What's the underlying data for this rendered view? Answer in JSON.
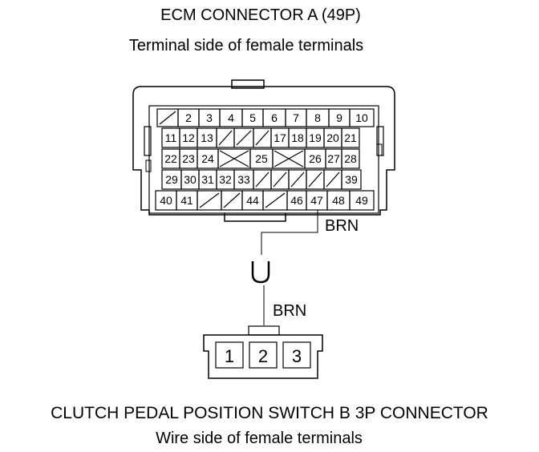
{
  "header": {
    "title": "ECM CONNECTOR A (49P)",
    "subtitle": "Terminal side of female terminals"
  },
  "footer": {
    "title": "CLUTCH PEDAL POSITION SWITCH B 3P CONNECTOR",
    "subtitle": "Wire side of female terminals"
  },
  "ecm_connector": {
    "row1": [
      "",
      "2",
      "3",
      "4",
      "5",
      "6",
      "7",
      "8",
      "9",
      "10"
    ],
    "row2": [
      "11",
      "12",
      "13",
      "",
      "",
      "",
      "17",
      "18",
      "19",
      "20",
      "21"
    ],
    "row3": [
      "22",
      "23",
      "24",
      "",
      "25",
      "",
      "26",
      "27",
      "28"
    ],
    "row4": [
      "29",
      "30",
      "31",
      "32",
      "33",
      "",
      "",
      "",
      "",
      "",
      "39"
    ],
    "row5": [
      "40",
      "41",
      "",
      "",
      "44",
      "",
      "46",
      "47",
      "48",
      "49"
    ]
  },
  "wire": {
    "upper_color": "BRN",
    "lower_color": "BRN",
    "junction_symbol": "U"
  },
  "switch_connector": {
    "terminals": [
      "1",
      "2",
      "3"
    ]
  }
}
